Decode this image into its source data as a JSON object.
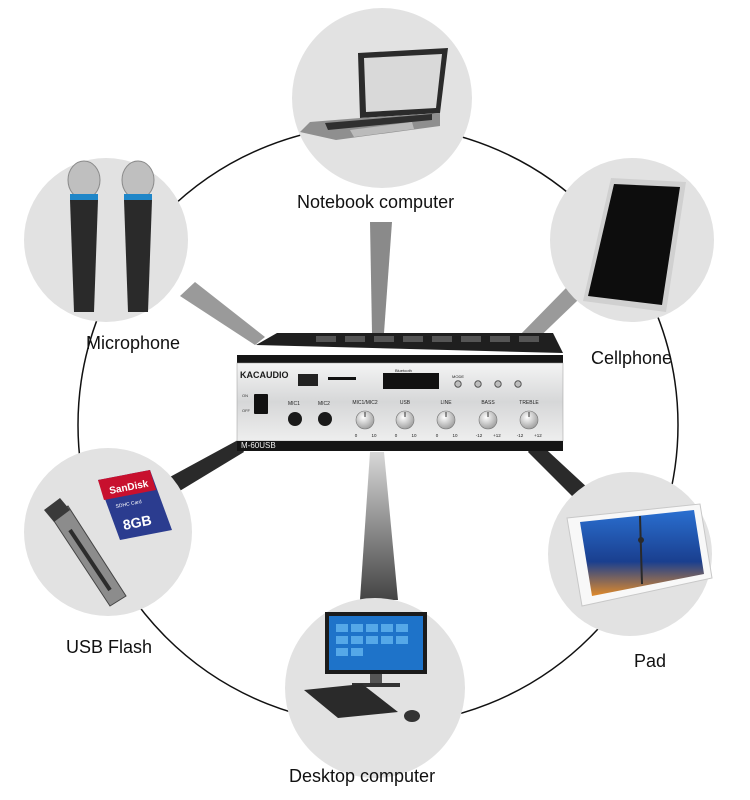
{
  "devices": {
    "notebook": {
      "label": "Notebook computer",
      "icon": "laptop-icon"
    },
    "microphone": {
      "label": "Microphone",
      "icon": "microphone-icon"
    },
    "cellphone": {
      "label": "Cellphone",
      "icon": "smartphone-icon"
    },
    "usb": {
      "label": "USB Flash",
      "icon": "usb-card-reader-icon"
    },
    "pad": {
      "label": "Pad",
      "icon": "tablet-icon"
    },
    "desktop": {
      "label": "Desktop computer",
      "icon": "desktop-computer-icon"
    }
  },
  "sd_card": {
    "brand": "SanDisk",
    "capacity": "8GB",
    "type": "SDHC Card"
  },
  "amplifier": {
    "brand": "KACAUDIO",
    "model": "M-60USB",
    "bluetooth": "Bluetooth",
    "power_on": "ON",
    "power_off": "OFF",
    "mode": "MODE",
    "jacks": [
      "MIC1",
      "MIC2"
    ],
    "knobs": [
      {
        "label": "MIC1/MIC2",
        "min": "0",
        "max": "10"
      },
      {
        "label": "USB",
        "min": "0",
        "max": "10"
      },
      {
        "label": "LINE",
        "min": "0",
        "max": "10"
      },
      {
        "label": "BASS",
        "min": "-12",
        "max": "+12"
      },
      {
        "label": "TREBLE",
        "min": "-12",
        "max": "+12"
      }
    ]
  },
  "colors": {
    "circle_bg": "#e2e2e2",
    "ring": "#111111",
    "panel_silver": "#d9dadb",
    "chassis_black": "#151515",
    "mic_band": "#1f86c8"
  }
}
